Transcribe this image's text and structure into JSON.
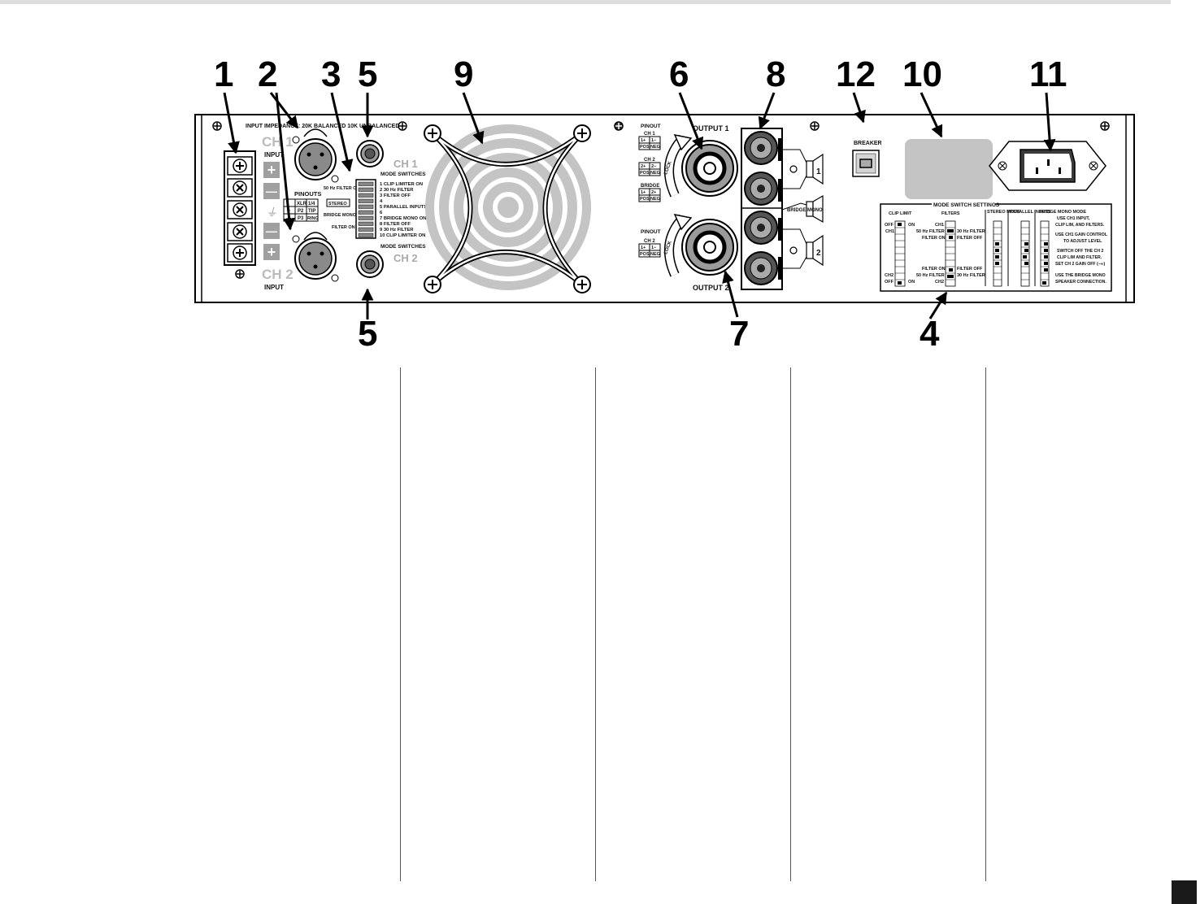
{
  "callouts": {
    "c1": "1",
    "c2": "2",
    "c3": "3",
    "c5a": "5",
    "c9": "9",
    "c6": "6",
    "c8": "8",
    "c12": "12",
    "c10": "10",
    "c11": "11",
    "c5b": "5",
    "c7": "7",
    "c4": "4"
  },
  "panel": {
    "input_impedance": "INPUT IMPEDANCE: 20K BALANCED 10K UNBALANCED",
    "ch1": "CH 1",
    "ch1_input": "INPUT",
    "ch2": "CH 2",
    "ch2_input": "INPUT",
    "plus": "+",
    "minus": "—",
    "ground": "⏚",
    "pinouts": "PINOUTS",
    "pin_headers": [
      "XLR",
      "1/4"
    ],
    "pin_rows": [
      [
        "+",
        "P2",
        "TIP"
      ],
      [
        "—",
        "P3",
        "RING"
      ]
    ],
    "switch_ch1": "CH 1",
    "mode_switches_1": "MODE SWITCHES",
    "mode_switches_2": "MODE SWITCHES",
    "switch_ch2": "CH 2",
    "hz50_on": "50 Hz FILTER ON",
    "stereo": "STEREO",
    "bridge_mono_off": "BRIDGE MONO OFF",
    "filter_on_50": "FILTER ON 50 Hz",
    "switch_list": [
      "1  CLIP LIMITER ON",
      "2  30 Hz FILTER",
      "3  FILTER OFF",
      "4",
      "5      PARALLEL INPUTS",
      "6",
      "7      BRIDGE MONO ON",
      "8  FILTER OFF",
      "9  30 Hz FILTER",
      "10 CLIP LIMITER ON"
    ],
    "pinout_title_1": "PINOUT",
    "pinout_ch1": "CH 1",
    "pinout_ch1_cells": [
      "1+",
      "1−",
      "POS",
      "NEG"
    ],
    "pinout_ch2": "CH 2",
    "pinout_ch2_cells": [
      "2+",
      "2−",
      "POS",
      "NEG"
    ],
    "pinout_bridge": "BRIDGE",
    "pinout_bridge_cells": [
      "1+",
      "2+",
      "POS",
      "NEG"
    ],
    "pinout_title_2": "PINOUT",
    "pinout2_ch2": "CH 2",
    "pinout2_cells": [
      "1+",
      "1−",
      "POS",
      "NEG"
    ],
    "lock": "LOCK",
    "output1": "OUTPUT 1",
    "output2": "OUTPUT 2",
    "spk1": "1",
    "spk2": "2",
    "bridge_mono": "BRIDGE MONO",
    "breaker": "BREAKER",
    "mode_switch_settings": "MODE SWITCH SETTINGS",
    "clip_limit": "CLIP LIMIT",
    "filters": "FILTERS",
    "stereo_mode": "STEREO MODE",
    "parallel_inputs": "PARALLEL INPUTS",
    "bridge_mono_mode": "BRIDGE MONO MODE",
    "off": "OFF",
    "on": "ON",
    "ch1_short": "CH1",
    "ch2_short": "CH2",
    "hz50_filter": "50 Hz FILTER",
    "hz30_filter": "30 Hz FILTER",
    "filter_on": "FILTER ON",
    "filter_off": "FILTER OFF",
    "bridge_notes": [
      "USE CH1 INPUT,",
      "CLIP LIM, AND FILTERS.",
      "USE CH1 GAIN CONTROL",
      "TO ADJUST LEVEL",
      "SWITCH OFF THE CH 2",
      "CLIP LIM AND FILTER.",
      "SET CH 2 GAIN OFF (−∞)",
      "USE THE BRIDGE MONO",
      "SPEAKER CONNECTION."
    ]
  }
}
